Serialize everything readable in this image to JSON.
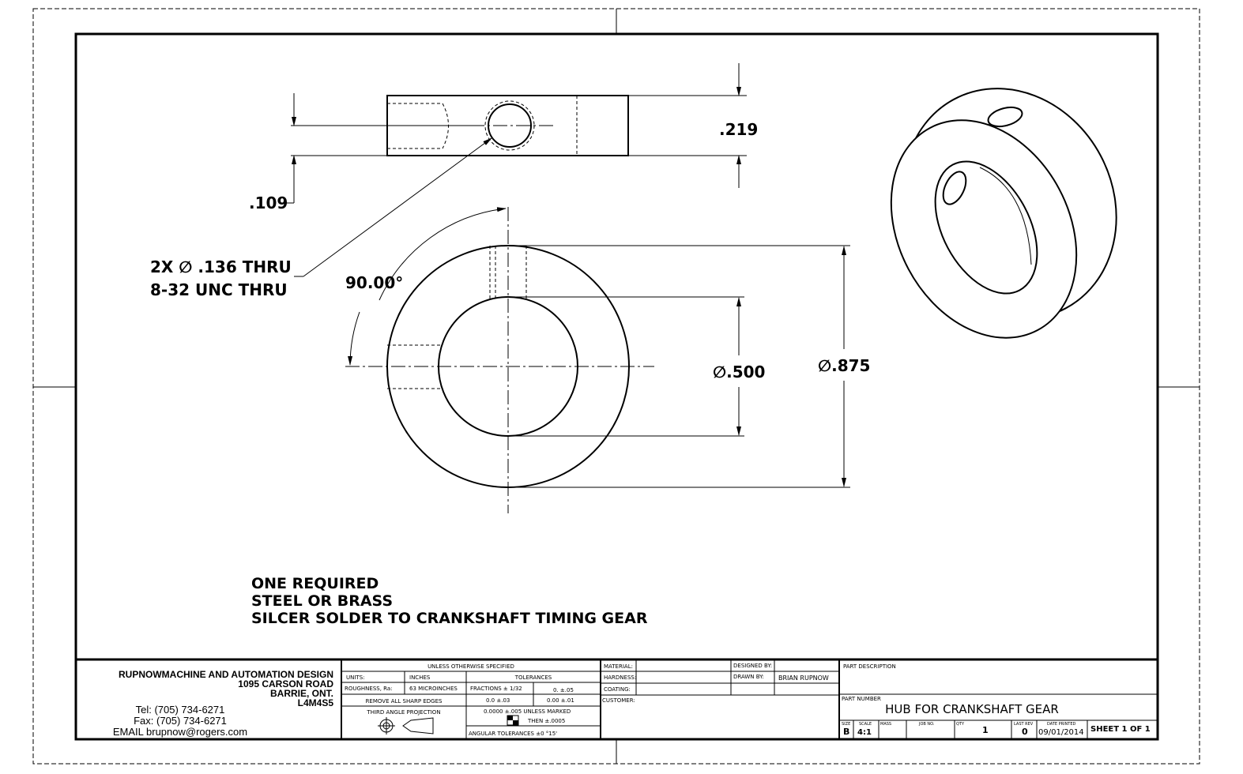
{
  "drawing": {
    "dimensions": {
      "thickness": ".219",
      "hole_offset": ".109",
      "hole_callout_1": "2X ∅ .136 THRU",
      "hole_callout_2": "8-32 UNC  THRU",
      "angle": "90.00°",
      "inner_diameter": "∅.500",
      "outer_diameter": "∅.875"
    },
    "notes": [
      "ONE REQUIRED",
      "STEEL OR BRASS",
      "SILCER SOLDER TO CRANKSHAFT TIMING GEAR"
    ]
  },
  "title_block": {
    "company": "RUPNOWMACHINE AND AUTOMATION DESIGN",
    "address1": "1095 CARSON ROAD",
    "address2": "BARRIE, ONT.",
    "postal": "L4M4S5",
    "tel": "Tel: (705) 734-6271",
    "fax": "Fax: (705) 734-6271",
    "email": "EMAIL brupnow@rogers.com",
    "unless": "UNLESS OTHERWISE SPECIFIED",
    "units_label": "UNITS:",
    "units_value": "INCHES",
    "roughness_label": "ROUGHNESS, Ra:",
    "roughness_value": "63 MICROINCHES",
    "remove_edges": "REMOVE ALL SHARP EDGES",
    "projection": "THIRD ANGLE PROJECTION",
    "tolerances": "TOLERANCES",
    "fractions": "FRACTIONS ± 1/32",
    "tol_0": "0.    ±.05",
    "tol_1": "0.0    ±.03",
    "tol_2": "0.00    ±.01",
    "tol_3": "0.0000    ±.005 UNLESS MARKED",
    "tol_then": "THEN  ±.0005",
    "angular": "ANGULAR TOLERANCES     ±0 °15'",
    "material_label": "MATERIAL:",
    "hardness_label": "HARDNESS:",
    "coating_label": "COATING:",
    "customer_label": "CUSTOMER:",
    "designed_by_label": "DESIGNED BY:",
    "drawn_by_label": "DRAWN BY:",
    "drawn_by": "BRIAN RUPNOW",
    "part_description_label": "PART DESCRIPTION",
    "part_number_label": "PART NUMBER",
    "part_number": "HUB FOR CRANKSHAFT GEAR",
    "size_label": "SIZE",
    "size": "B",
    "scale_label": "SCALE",
    "scale": "4:1",
    "mass_label": "MASS",
    "job_label": "JOB NO.",
    "qty_label": "QTY",
    "qty": "1",
    "rev_label": "LAST REV",
    "rev": "0",
    "date_label": "DATE PRINTED",
    "date": "09/01/2014",
    "sheet": "SHEET 1 OF 1"
  }
}
